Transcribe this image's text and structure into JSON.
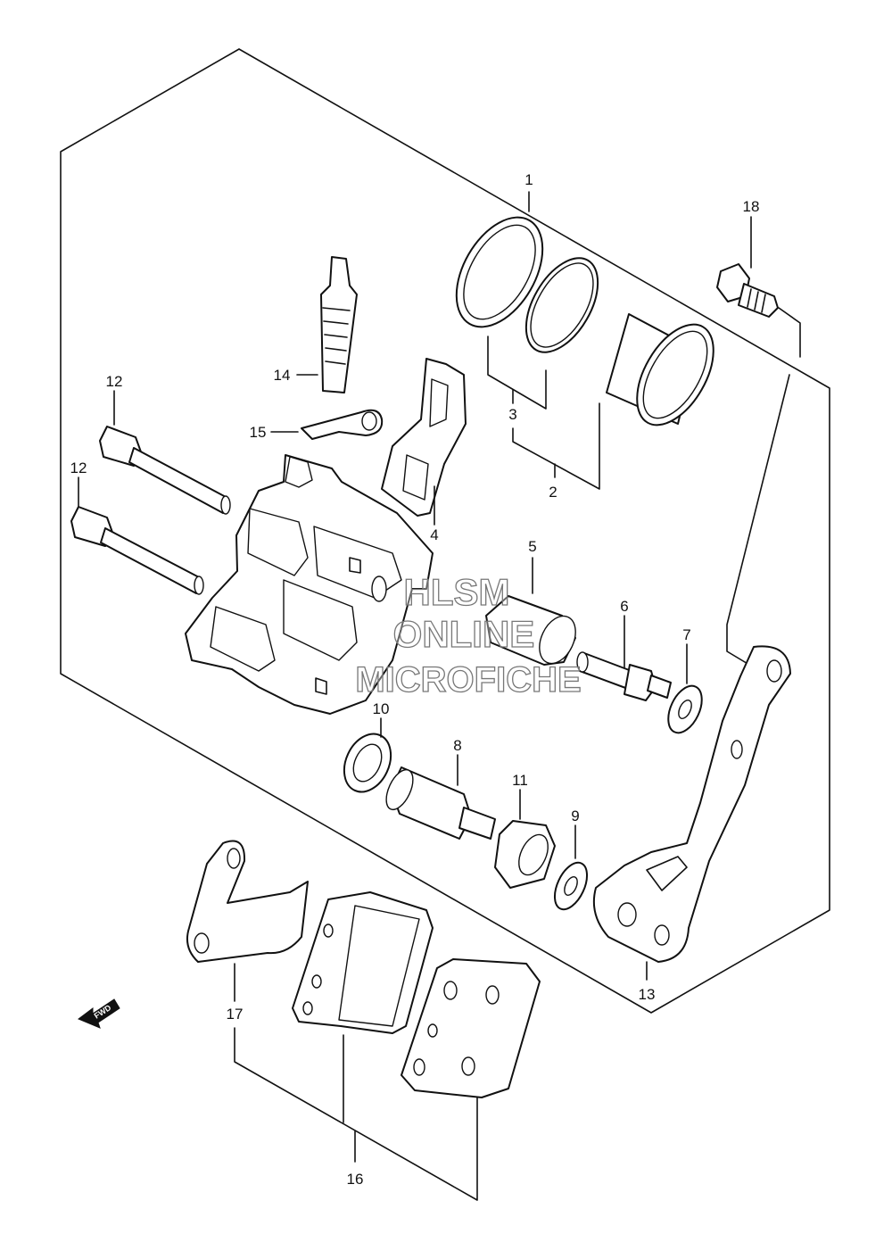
{
  "callouts": {
    "c1": "1",
    "c2": "2",
    "c3": "3",
    "c4": "4",
    "c5": "5",
    "c6": "6",
    "c7": "7",
    "c8": "8",
    "c9": "9",
    "c10": "10",
    "c11": "11",
    "c12a": "12",
    "c12b": "12",
    "c13": "13",
    "c14": "14",
    "c15": "15",
    "c16": "16",
    "c17": "17",
    "c18": "18"
  },
  "watermark": {
    "line1": "HLSM",
    "line2": "ONLINE",
    "line3": "MICROFICHE"
  },
  "direction_marker": {
    "label": "FWD",
    "icon": "forward-arrow-icon"
  }
}
